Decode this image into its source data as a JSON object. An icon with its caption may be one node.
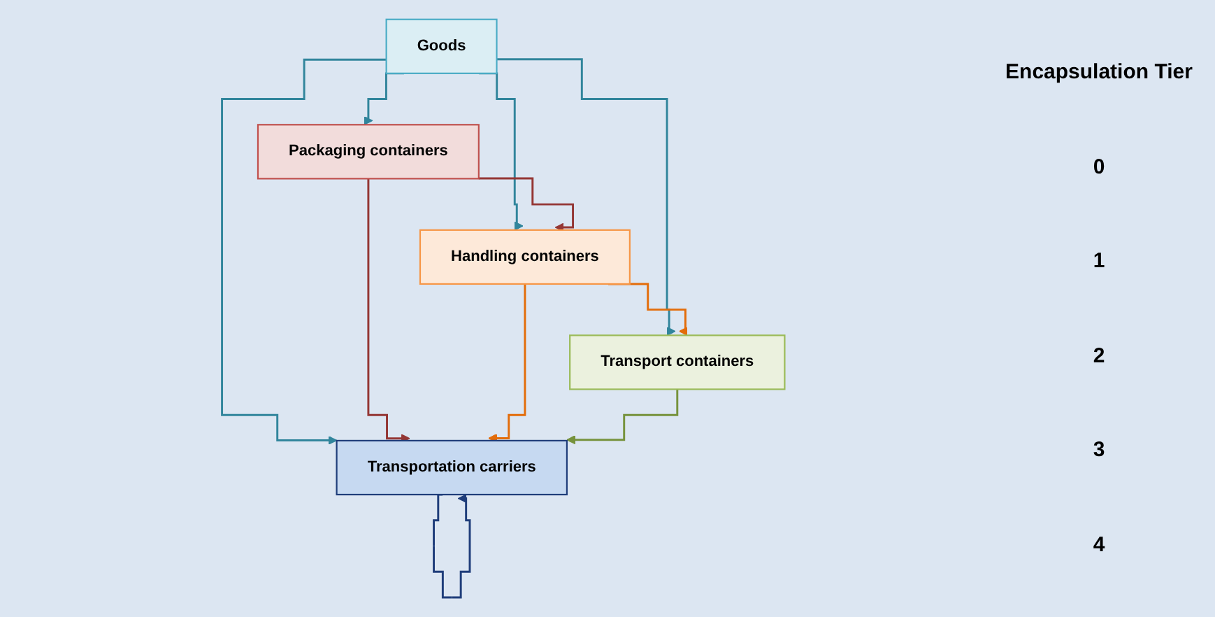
{
  "diagram": {
    "nodes": [
      {
        "text": [
          "Goods"
        ]
      },
      {
        "text": [
          "Packaging containers"
        ]
      },
      {
        "text": [
          "Handling containers"
        ]
      },
      {
        "text": [
          "Transport containers"
        ]
      },
      {
        "text": [
          "Transportation carriers"
        ]
      }
    ],
    "edges": [
      {
        "from": 0,
        "to": 1,
        "arrow": "to"
      },
      {
        "from": 0,
        "to": 2,
        "arrow": "to"
      },
      {
        "from": 0,
        "to": 3,
        "arrow": "to"
      },
      {
        "from": 0,
        "to": 4,
        "arrow": "to"
      },
      {
        "from": 1,
        "to": 2,
        "arrow": "to",
        "color": "#943634"
      },
      {
        "from": 1,
        "to": 4,
        "arrow": "to",
        "color": "#943634"
      },
      {
        "from": 2,
        "to": 3,
        "arrow": "to",
        "color": "#e36c09"
      },
      {
        "from": 2,
        "to": 4,
        "arrow": "to",
        "color": "#e36c09"
      },
      {
        "from": 3,
        "to": 4,
        "arrow": "to",
        "color": "#76923c"
      },
      {
        "from": 4,
        "to": 4,
        "arrow": "to",
        "color": "#1f3d7a"
      }
    ],
    "labels": [
      "Encapsulation Tier",
      "0",
      "1",
      "2",
      "3",
      "4"
    ]
  }
}
